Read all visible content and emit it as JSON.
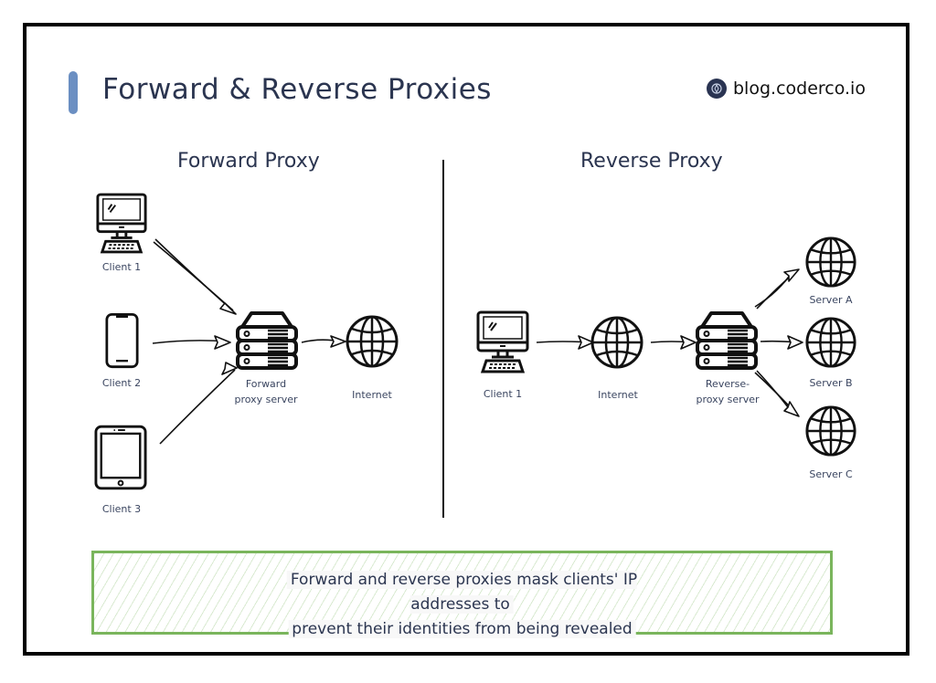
{
  "header": {
    "title": "Forward & Reverse Proxies",
    "brand": "blog.coderco.io",
    "brand_icon": "coderco-logo-icon",
    "accent_color": "#6b8fc2"
  },
  "forward_proxy": {
    "title": "Forward Proxy",
    "clients": [
      {
        "label": "Client 1",
        "icon": "desktop-computer-icon"
      },
      {
        "label": "Client 2",
        "icon": "smartphone-icon"
      },
      {
        "label": "Client 3",
        "icon": "tablet-icon"
      }
    ],
    "proxy": {
      "label_line1": "Forward",
      "label_line2": "proxy server",
      "icon": "server-icon"
    },
    "internet": {
      "label": "Internet",
      "icon": "globe-icon"
    }
  },
  "reverse_proxy": {
    "title": "Reverse Proxy",
    "client": {
      "label": "Client 1",
      "icon": "desktop-computer-icon"
    },
    "internet": {
      "label": "Internet",
      "icon": "globe-icon"
    },
    "proxy": {
      "label_line1": "Reverse-",
      "label_line2": "proxy server",
      "icon": "server-icon"
    },
    "servers": [
      {
        "label": "Server A",
        "icon": "globe-icon"
      },
      {
        "label": "Server B",
        "icon": "globe-icon"
      },
      {
        "label": "Server C",
        "icon": "globe-icon"
      }
    ]
  },
  "note": {
    "line1": "Forward and reverse proxies mask clients' IP addresses to",
    "line2": "prevent their identities from being revealed",
    "border_color": "#7ab55c"
  }
}
